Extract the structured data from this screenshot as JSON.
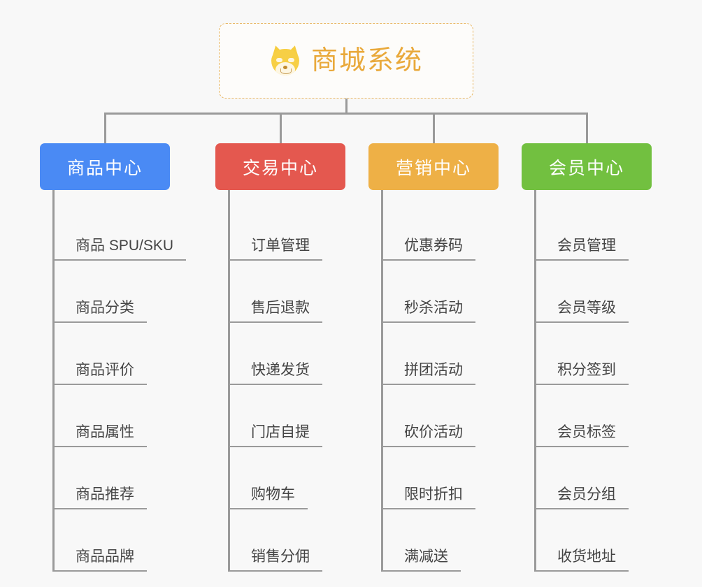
{
  "canvas": {
    "background": "#f8f8f8",
    "line_color": "#9a9a9a"
  },
  "root": {
    "title": "商城系统",
    "icon": "shiba-dog-emoji",
    "border_color": "#e8b765",
    "text_color": "#e9a93b",
    "background": "#fdfcfa"
  },
  "branches": [
    {
      "title": "商品中心",
      "color": "#4a8af4",
      "items": [
        "商品 SPU/SKU",
        "商品分类",
        "商品评价",
        "商品属性",
        "商品推荐",
        "商品品牌"
      ]
    },
    {
      "title": "交易中心",
      "color": "#e4584f",
      "items": [
        "订单管理",
        "售后退款",
        "快递发货",
        "门店自提",
        "购物车",
        "销售分佣"
      ]
    },
    {
      "title": "营销中心",
      "color": "#eeb046",
      "items": [
        "优惠券码",
        "秒杀活动",
        "拼团活动",
        "砍价活动",
        "限时折扣",
        "满减送"
      ]
    },
    {
      "title": "会员中心",
      "color": "#72c040",
      "items": [
        "会员管理",
        "会员等级",
        "积分签到",
        "会员标签",
        "会员分组",
        "收货地址"
      ]
    }
  ]
}
